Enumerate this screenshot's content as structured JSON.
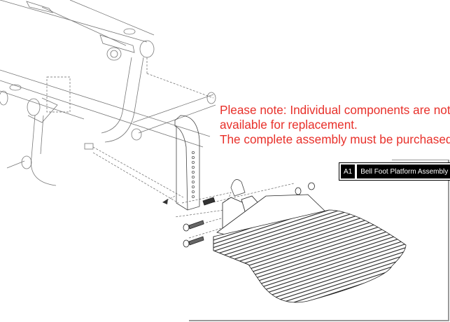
{
  "diagram": {
    "title": "Bell Foot Platform Assembly exploded view",
    "note_lines": [
      "Please note: Individual components are not",
      "available for replacement.",
      "The complete assembly must be purchased."
    ],
    "callout": {
      "code": "A1",
      "name": "Bell Foot Platform Assembly"
    },
    "colors": {
      "note_text": "#e8302a",
      "line_art": "#555555",
      "frame": "#9a9a9a",
      "label_bg": "#000000",
      "label_text": "#ffffff"
    },
    "parts": [
      "wheelchair-frame",
      "hanger-bracket",
      "bell-foot-platform",
      "mounting-plate",
      "bolts",
      "washers",
      "nuts",
      "set-screw",
      "strap-clamp"
    ]
  }
}
